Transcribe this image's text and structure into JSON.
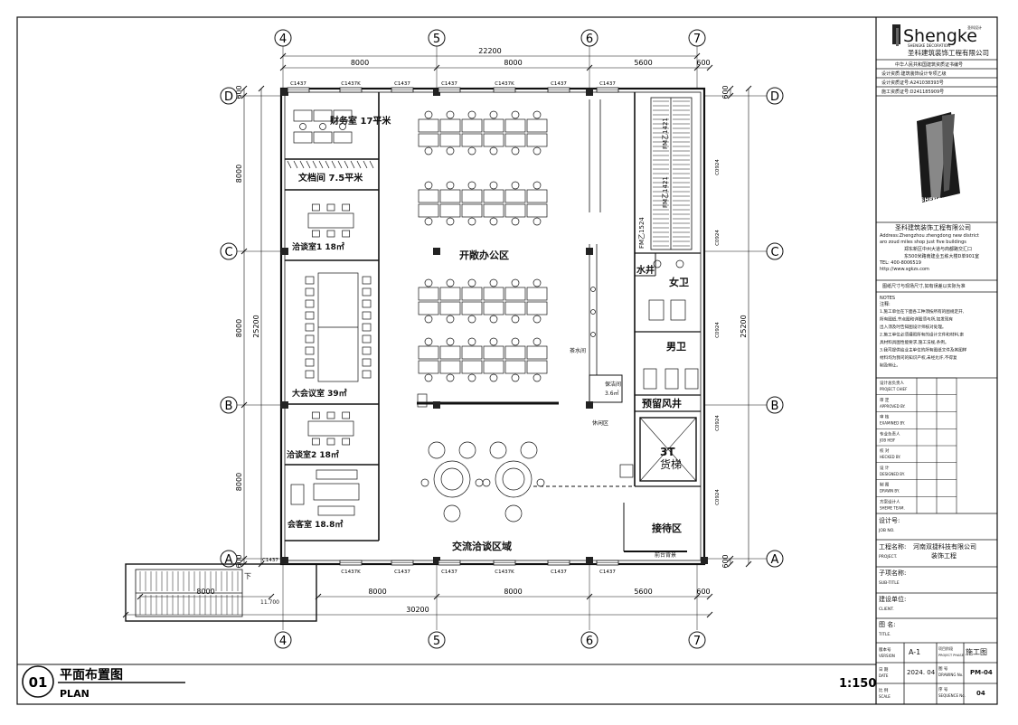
{
  "grid": {
    "cols": [
      "4",
      "5",
      "6",
      "7"
    ],
    "rows": [
      "D",
      "C",
      "B",
      "A"
    ]
  },
  "dims": {
    "top_total": "22200",
    "top_segments": [
      "8000",
      "8000",
      "5600",
      "600"
    ],
    "bottom_total": "30200",
    "bottom_segments": [
      "8000",
      "8000",
      "5600",
      "600"
    ],
    "stair_width": "8000",
    "left_total": "25200",
    "left_segments": [
      "600",
      "8000",
      "8000",
      "8000",
      "600"
    ],
    "right_total": "25200",
    "right_segments": [
      "600",
      "600"
    ],
    "right_small": [
      "C0924",
      "C0924",
      "C0924",
      "C0924",
      "C0924"
    ]
  },
  "windows": {
    "top": [
      "C1437",
      "C1437K",
      "C1437",
      "C1437",
      "C1437K",
      "C1437",
      "C1437"
    ],
    "bottom": [
      "C1437K",
      "C1437",
      "C1437",
      "C1437K",
      "C1437",
      "C1437"
    ],
    "corner": "C1437"
  },
  "rooms": {
    "finance": "财务室 17平米",
    "archive": "文档间 7.5平米",
    "meeting1": "洽谈室1 18㎡",
    "big_meeting": "大会议室 39㎡",
    "meeting2": "洽谈室2 18㎡",
    "guest": "会客室 18.8㎡",
    "open_office": "开敞办公区",
    "lounge": "交流洽谈区域",
    "reception": "接待区",
    "women": "女卫",
    "men": "男卫",
    "water": "水井",
    "shaft": "预留风井",
    "elevator_tag": "3T",
    "elevator": "货梯",
    "pantry": "茶水间",
    "cleaning": "保洁间",
    "cleaning_area": "3.6㎡",
    "leisure": "休闲区",
    "reception_desk": "前台背景",
    "fire1": "FM乙1421",
    "fire2": "FM乙1421",
    "fire3": "FM乙1524",
    "stair_down": "下",
    "elev_level": "11.700"
  },
  "company": {
    "brand": "Shengke",
    "brand_tag": "圣科设计",
    "sub": "SHENGKE DECORATION",
    "name": "圣科建筑装饰工程有限公司",
    "logo_text": "SHENGKE",
    "cert_head": "中华人民共和国建筑资质证书编号",
    "cert1": "设计资质:建筑装饰设计专项乙级",
    "cert2": "设计资质证号:A241038393号",
    "cert3": "施工资质证号:D241185909号",
    "address_en": "Address:Zhengzhou zhengdong new district",
    "address_en2": "aro zoud miles shop just five buildings",
    "address_cn1": "郑东新区中州大道与商都路交汇口",
    "address_cn2": "东500米路南建业五栋大楼D单901室",
    "tel": "TEL: 400-8006519",
    "url": "http://www.sgkzs.com",
    "note_dim": "图纸尺寸与现场尺寸,如有误差以实际为准",
    "notes_title": "NOTES",
    "notes_cn": "注释:",
    "notes": [
      "1.施工单位在下面各工种须按所有的图规定开,",
      "所有图纸,节点图和详图须与所,如发现有",
      "出入须及时告知图设计师核对处理。",
      "2.施工单位必须遵照所有的设计文件和材料,索",
      "具材料具图性能要求,施工法规,条例。",
      "3.我司提供给业主单位的所有图纸文件及其图样",
      "材料均为我司的知识产权,未经允许,不得复",
      "制及转让。"
    ]
  },
  "title_block": {
    "roles": [
      {
        "cn": "设计总负责人",
        "en": "PROJECT CHIEF"
      },
      {
        "cn": "审    定",
        "en": "APPROVED BY."
      },
      {
        "cn": "审    核",
        "en": "EXAMINED BY."
      },
      {
        "cn": "专业负责人",
        "en": "JOB HEIF"
      },
      {
        "cn": "校    对",
        "en": "HECKED BY."
      },
      {
        "cn": "设    计",
        "en": "DESIGNED BY."
      },
      {
        "cn": "制    图",
        "en": "DRAWN BY."
      },
      {
        "cn": "方案设计人",
        "en": "SHEME TEAM."
      }
    ],
    "job_cn": "设计号:",
    "job_en": "JOB NO.",
    "project_cn": "工程名称:",
    "project_en": "PROJECT.",
    "project_value1": "河南双捷科技有限公司",
    "project_value2": "装饰工程",
    "sub_cn": "子项名称:",
    "sub_en": "SUB-TITLE",
    "client_cn": "建设单位:",
    "client_en": "CLIENT.",
    "title_cn": "图    名:",
    "title_en": "TITLE.",
    "version_cn": "版本号",
    "version_en": "VERSION",
    "version": "A-1",
    "phase_cn": "项目阶段",
    "phase_en": "PROJECT PHASE",
    "phase": "施工图",
    "date_cn": "日    期",
    "date_en": "DATE",
    "date": "2024. 04",
    "drawing_cn": "图    号",
    "drawing_en": "DRAWING No.",
    "drawing": "PM-04",
    "scale_cn": "比    例",
    "scale_en": "SCALE",
    "seq_cn": "序    号",
    "seq_en": "SEQUENCE No.",
    "seq": "04"
  },
  "plan": {
    "number": "01",
    "title_cn": "平面布置图",
    "title_en": "PLAN",
    "scale": "1:150"
  }
}
